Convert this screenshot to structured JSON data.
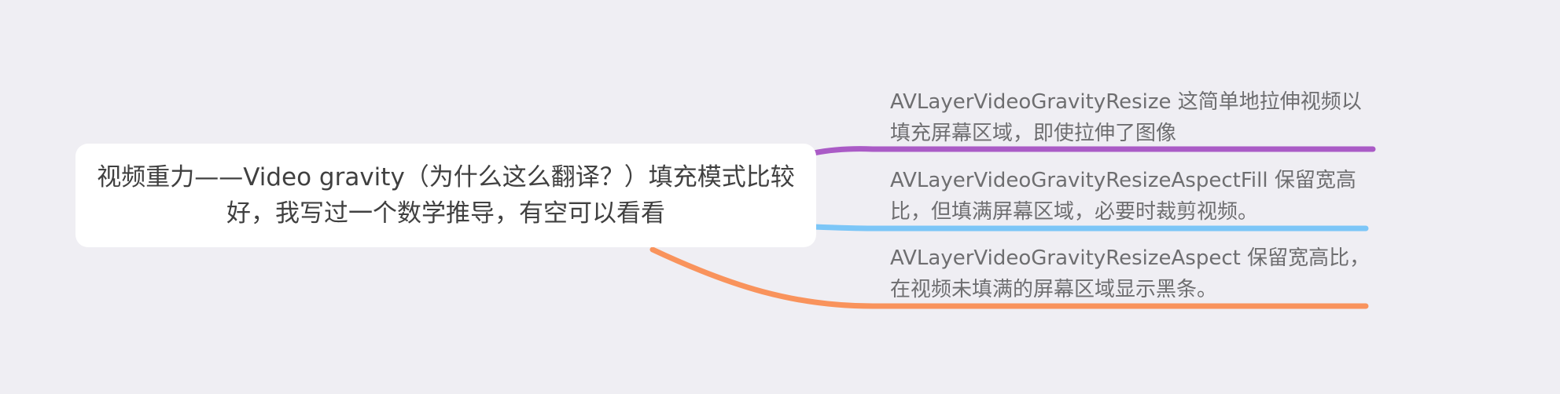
{
  "mindmap": {
    "root": {
      "text": "视频重力——Video gravity（为什么这么翻译？）填充模式比较好，我写过一个数学推导，有空可以看看"
    },
    "branches": [
      {
        "text": "AVLayerVideoGravityResize 这简单地拉伸视频以填充屏幕区域，即使拉伸了图像",
        "color": "#aa5bc6"
      },
      {
        "text": "AVLayerVideoGravityResizeAspectFill 保留宽高比，但填满屏幕区域，必要时裁剪视频。",
        "color": "#7cc6f7"
      },
      {
        "text": "AVLayerVideoGravityResizeAspect 保留宽高比，在视频未填满的屏幕区域显示黑条。",
        "color": "#f9935c"
      }
    ]
  }
}
